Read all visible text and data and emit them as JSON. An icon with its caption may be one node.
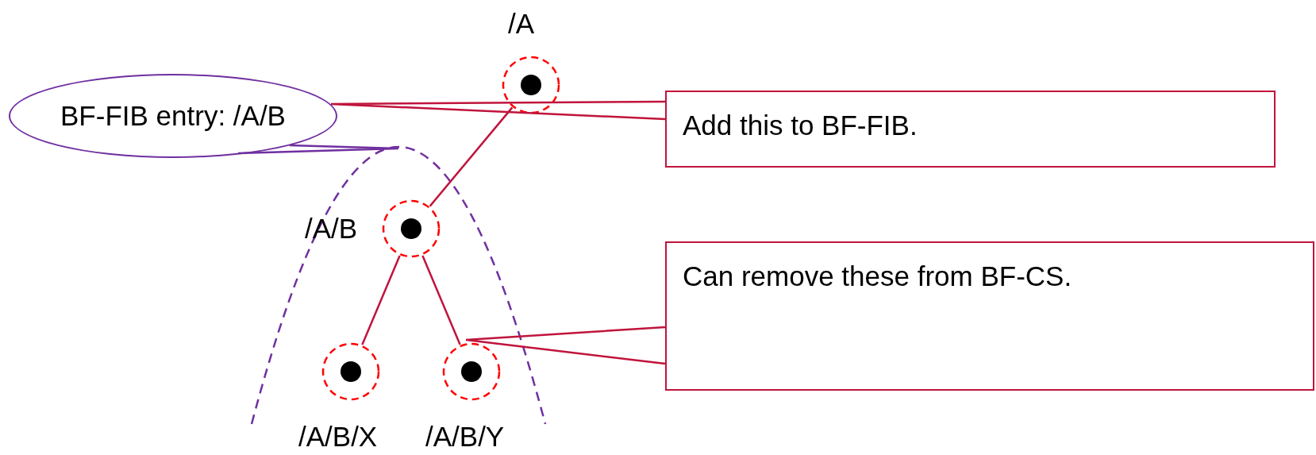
{
  "diagram": {
    "nodes": [
      {
        "text": [
          "BF-FIB entry: /A/B"
        ]
      },
      {
        "text": [],
        "shape": "arch"
      },
      {
        "text": [],
        "shape": "circle",
        "beside": [
          "/A"
        ]
      },
      {
        "text": [],
        "shape": "circle",
        "beside": [
          "/A/B"
        ],
        "in": 1
      },
      {
        "text": [],
        "shape": "circle",
        "beside": [
          "/A/B/X"
        ],
        "in": 1
      },
      {
        "text": [],
        "shape": "circle",
        "beside": [
          "/A/B/Y"
        ],
        "in": 1
      },
      {
        "text": [
          "Add this to BF-FIB."
        ]
      },
      {
        "text": [
          "Can remove these from BF-CS."
        ]
      }
    ],
    "edges": [
      {
        "from": 2,
        "to": 3,
        "arrow": "none"
      },
      {
        "from": 3,
        "to": 4,
        "arrow": "none"
      },
      {
        "from": 3,
        "to": 5,
        "arrow": "none"
      },
      {
        "from": 0,
        "to": 1,
        "arrow": "none",
        "color": "#7030a0"
      },
      {
        "from": 6,
        "to": 0,
        "arrow": "none"
      },
      {
        "from": 7,
        "to": null,
        "arrow": "none"
      }
    ]
  }
}
